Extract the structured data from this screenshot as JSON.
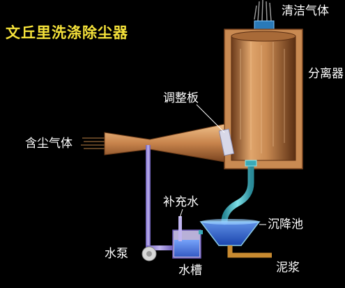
{
  "title": "文丘里洗涤除尘器",
  "labels": {
    "clean_gas": "清洁气体",
    "separator": "分离器",
    "baffle": "调整板",
    "dusty_gas": "含尘气体",
    "makeup_water": "补充水",
    "settling_tank": "沉降池",
    "pump": "水泵",
    "water_tank": "水槽",
    "sludge": "泥浆"
  },
  "colors": {
    "title": "#f5e23a",
    "label": "#ffffff",
    "copper": "#c98a52",
    "water": "#3a78e0",
    "pipe_purple": "#9a8ad8",
    "pipe_teal": "#3aaab8"
  }
}
